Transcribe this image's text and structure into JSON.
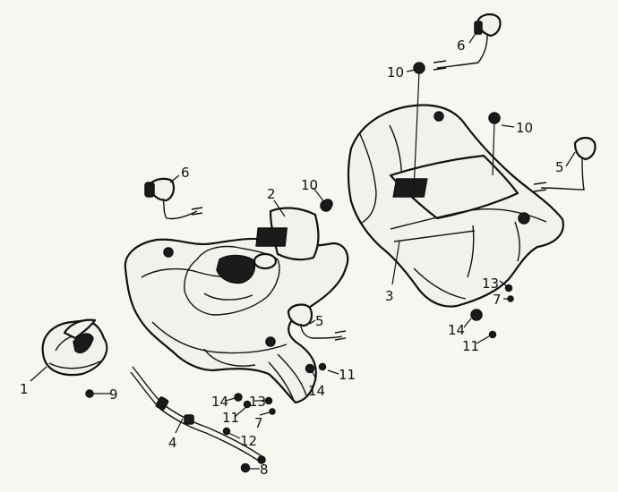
{
  "colors": {
    "background": "#f7f6f1",
    "ink": "#111111",
    "fill": "#f2f1ec"
  },
  "callouts": [
    {
      "id": "c1",
      "text": "1"
    },
    {
      "id": "c9",
      "text": "9"
    },
    {
      "id": "c4",
      "text": "4"
    },
    {
      "id": "c8",
      "text": "8"
    },
    {
      "id": "c12",
      "text": "12"
    },
    {
      "id": "c11a",
      "text": "11"
    },
    {
      "id": "c7a",
      "text": "7"
    },
    {
      "id": "c13a",
      "text": "13"
    },
    {
      "id": "c14a",
      "text": "14"
    },
    {
      "id": "c14b",
      "text": "14"
    },
    {
      "id": "c11b",
      "text": "11"
    },
    {
      "id": "c5a",
      "text": "5"
    },
    {
      "id": "c10a",
      "text": "10"
    },
    {
      "id": "c2",
      "text": "2"
    },
    {
      "id": "c6a",
      "text": "6"
    },
    {
      "id": "c6b",
      "text": "6"
    },
    {
      "id": "c10b",
      "text": "10"
    },
    {
      "id": "c10c",
      "text": "10"
    },
    {
      "id": "c5b",
      "text": "5"
    },
    {
      "id": "c3",
      "text": "3"
    },
    {
      "id": "c13b",
      "text": "13"
    },
    {
      "id": "c7b",
      "text": "7"
    },
    {
      "id": "c14c",
      "text": "14"
    },
    {
      "id": "c11c",
      "text": "11"
    }
  ]
}
